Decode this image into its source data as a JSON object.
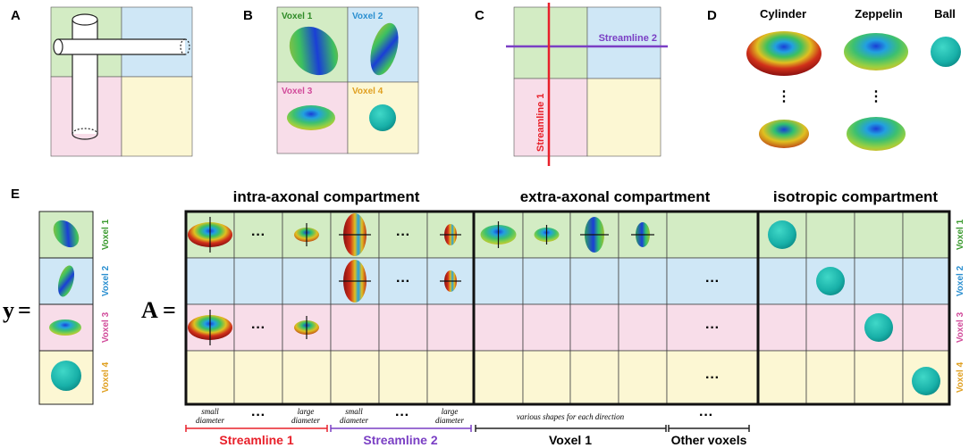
{
  "panels": {
    "A": "A",
    "B": "B",
    "C": "C",
    "D": "D",
    "E": "E"
  },
  "voxels": [
    "Voxel 1",
    "Voxel 2",
    "Voxel 3",
    "Voxel 4"
  ],
  "streamlines": [
    "Streamline 1",
    "Streamline 2"
  ],
  "shapes": [
    "Cylinder",
    "Zeppelin",
    "Ball"
  ],
  "vdots": "⋮",
  "hdots": "···",
  "compartments": [
    "intra-axonal compartment",
    "extra-axonal compartment",
    "isotropic compartment"
  ],
  "matrix_labels": {
    "y": "y",
    "A": "A",
    "eq": "="
  },
  "diameters": {
    "small": [
      "small",
      "diameter"
    ],
    "large": [
      "large",
      "diameter"
    ]
  },
  "various": "various shapes for each direction",
  "footer": [
    "Streamline 1",
    "Streamline 2",
    "Voxel 1",
    "Other voxels"
  ],
  "colors": {
    "green": "#d3ecc4",
    "blue": "#cfe7f6",
    "pink": "#f8dde9",
    "yellow": "#fcf7d3",
    "voxel1": "#3a9a2e",
    "voxel2": "#2a8fd0",
    "voxel3": "#d14a9a",
    "voxel4": "#e0a020",
    "red": "#e8202a",
    "purple": "#7a3fc4"
  }
}
